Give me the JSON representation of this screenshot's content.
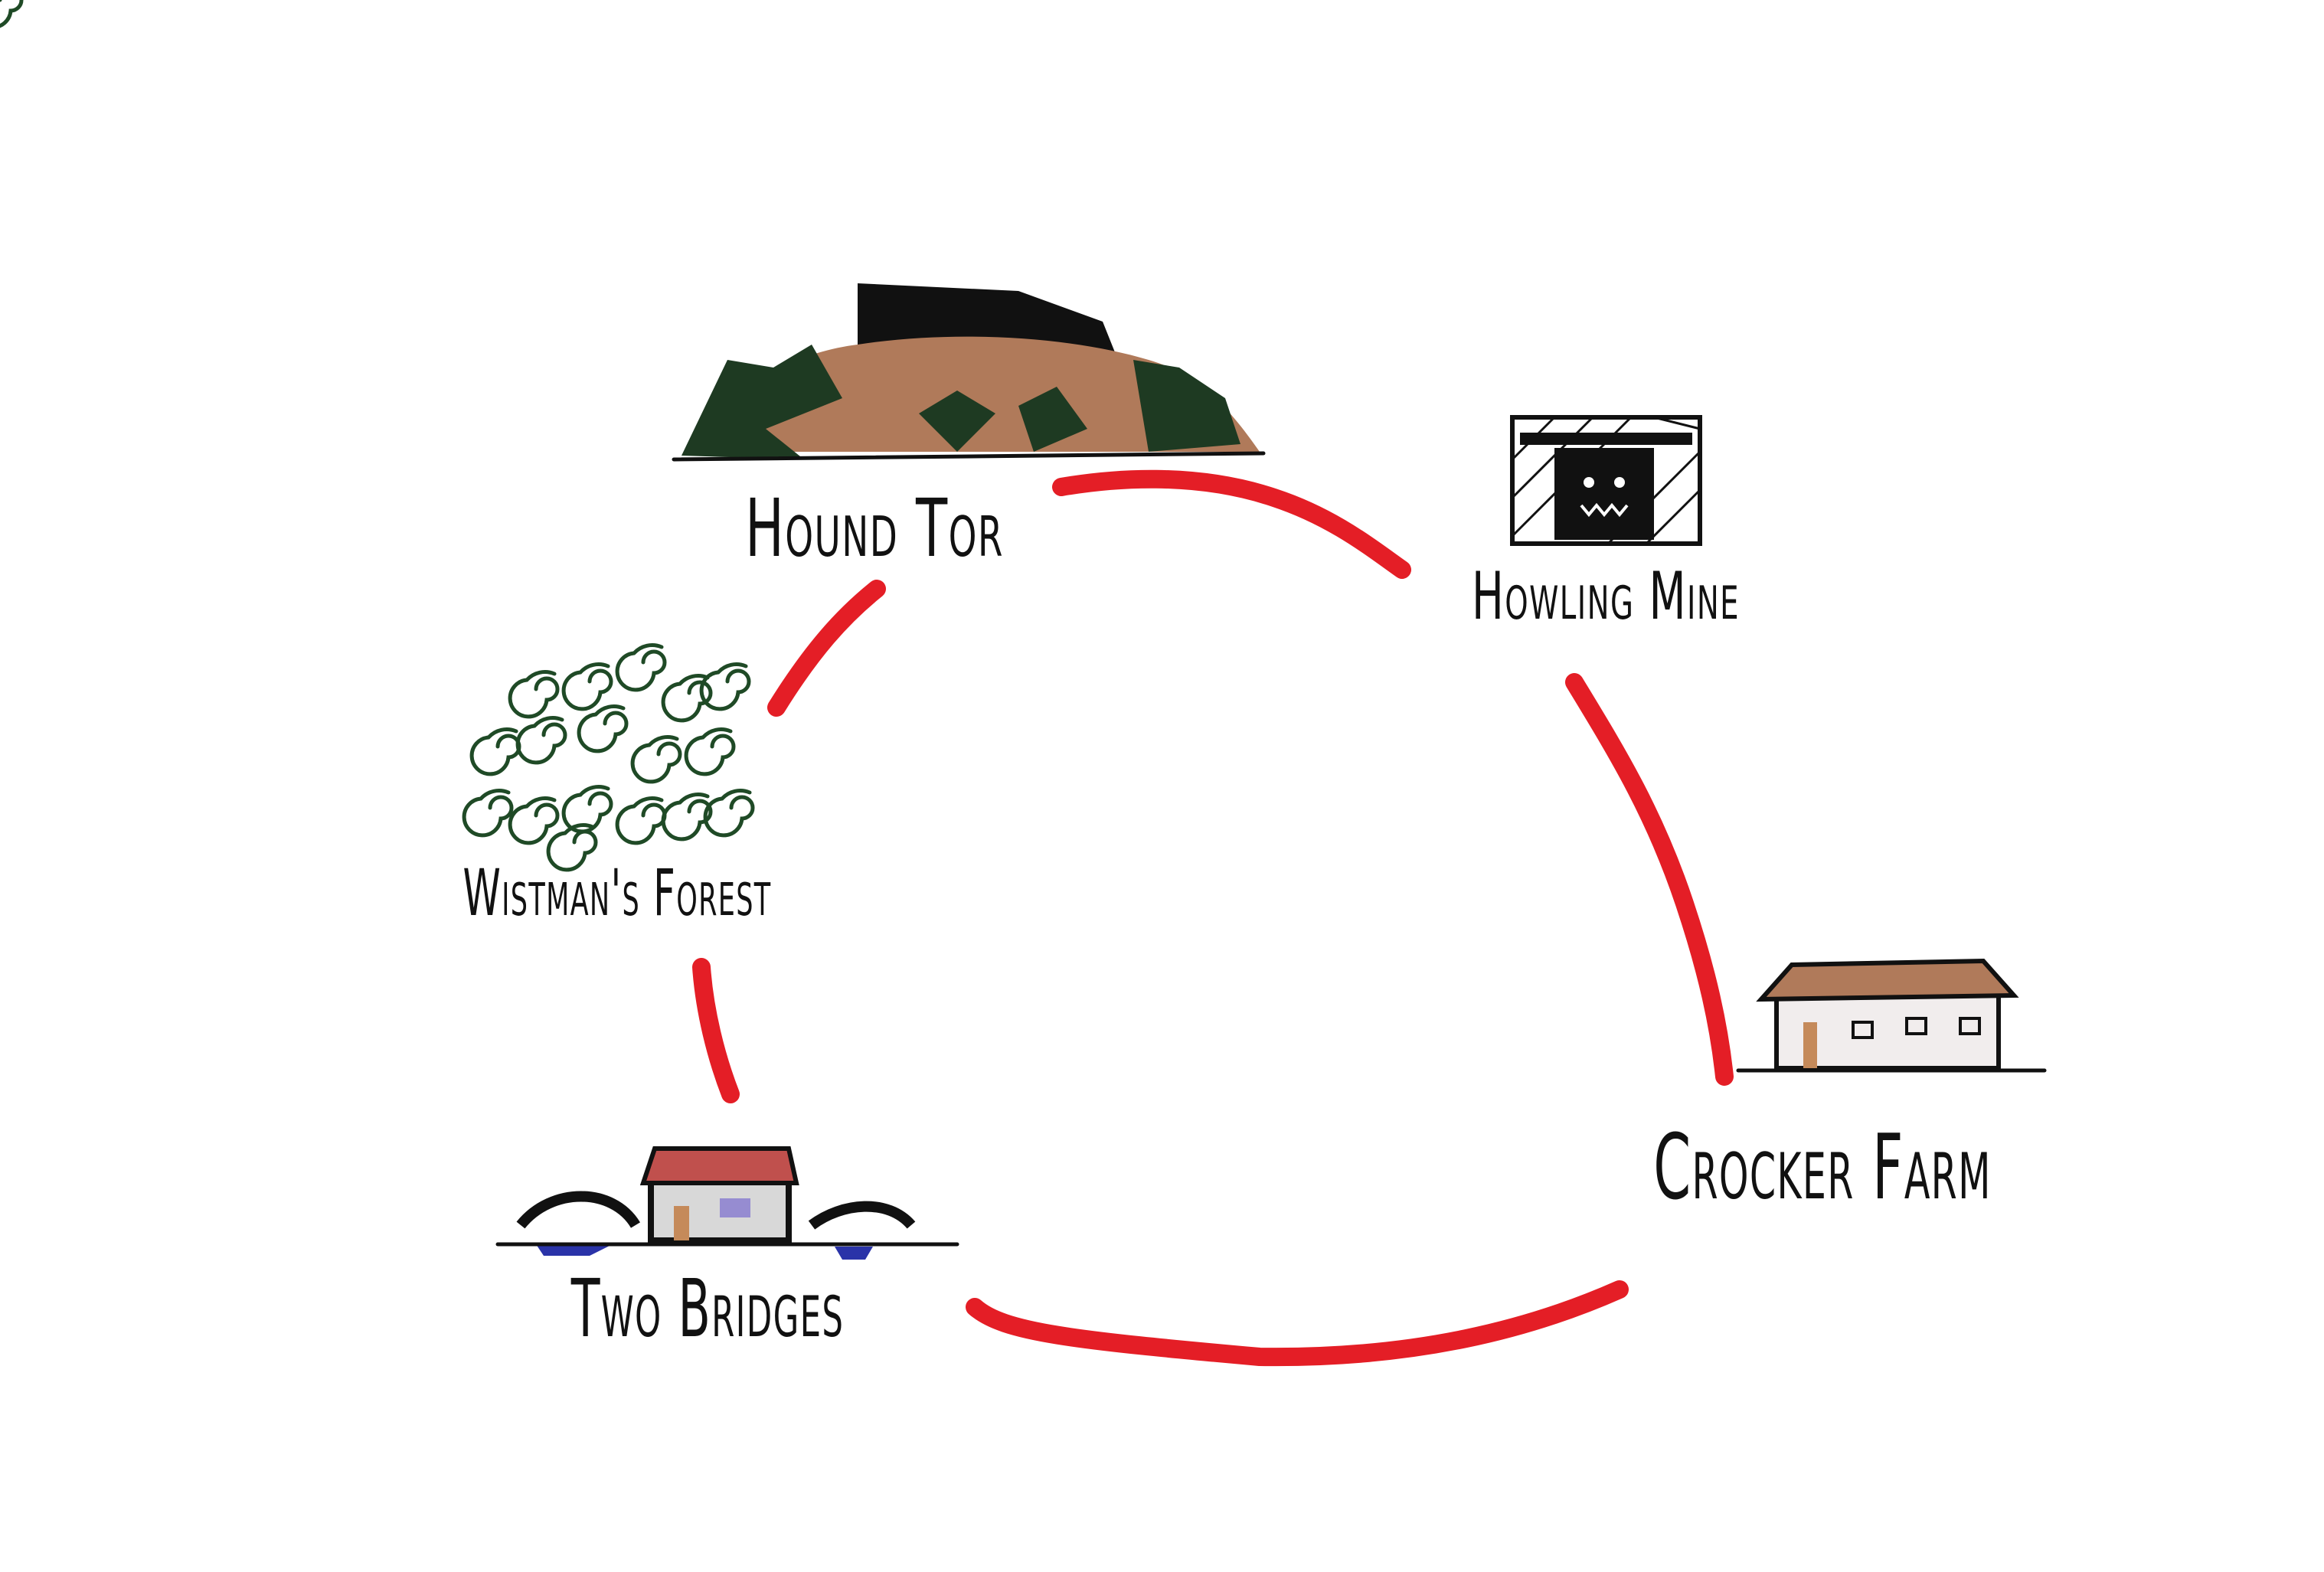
{
  "map": {
    "locations": [
      {
        "id": "hound-tor",
        "label": "Hound Tor",
        "icon": "hill-icon"
      },
      {
        "id": "howling-mine",
        "label": "Howling Mine",
        "icon": "mine-entrance-icon"
      },
      {
        "id": "wistmans-forest",
        "label": "Wistman's Forest",
        "icon": "forest-icon"
      },
      {
        "id": "two-bridges",
        "label": "Two Bridges",
        "icon": "bridges-icon"
      },
      {
        "id": "crocker-farm",
        "label": "Crocker Farm",
        "icon": "farmhouse-icon"
      }
    ],
    "routes": [
      {
        "from": "hound-tor",
        "to": "howling-mine"
      },
      {
        "from": "hound-tor",
        "to": "wistmans-forest"
      },
      {
        "from": "howling-mine",
        "to": "crocker-farm"
      },
      {
        "from": "wistmans-forest",
        "to": "two-bridges"
      },
      {
        "from": "two-bridges",
        "to": "crocker-farm"
      }
    ],
    "colors": {
      "route": "#e41e26",
      "forest": "#1f4a26",
      "ink": "#111111",
      "earth": "#b07a5a",
      "roof": "#c0504d",
      "water": "#2a33a8"
    }
  }
}
